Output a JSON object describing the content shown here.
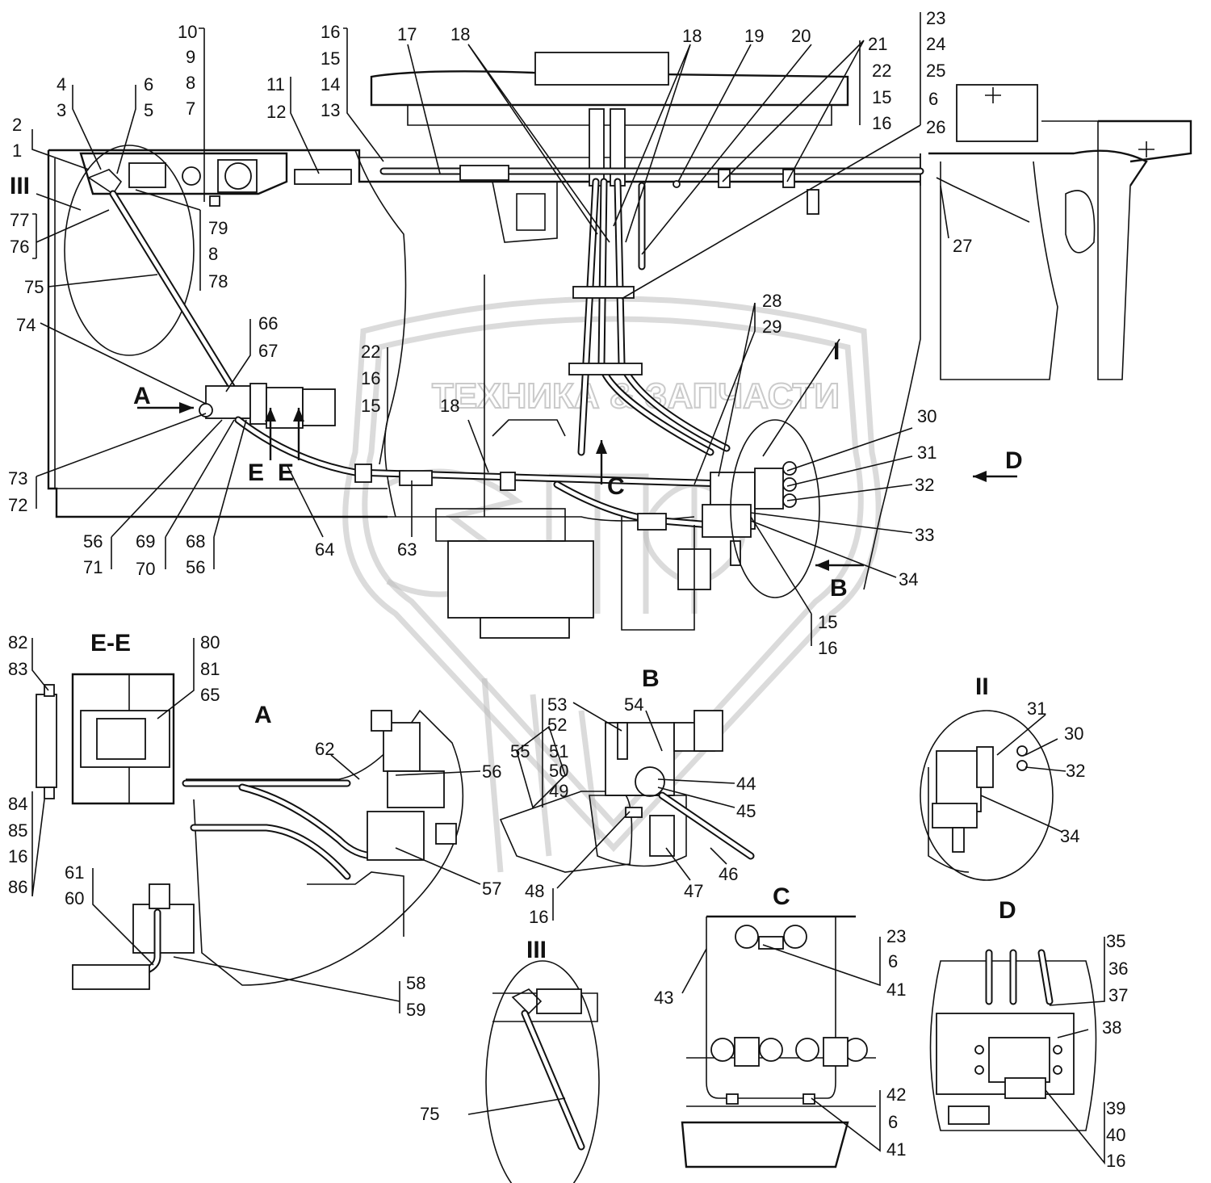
{
  "watermark": {
    "text": "ТЕХНИКА & ЗАПЧАСТИ",
    "logo_letters": "ЭТФ"
  },
  "views": {
    "ee": "E-E",
    "a": "A",
    "b": "B",
    "c": "C",
    "d": "D",
    "ii": "II",
    "iii": "III"
  },
  "arrows": {
    "a": "A",
    "b": "B",
    "c": "C",
    "d": "D",
    "e1": "E",
    "e2": "E",
    "i": "I",
    "iii": "III"
  },
  "callouts": {
    "c10": "10",
    "c9": "9",
    "c8a": "8",
    "c7": "7",
    "c16a": "16",
    "c15a": "15",
    "c14": "14",
    "c13": "13",
    "c17": "17",
    "c18a": "18",
    "c18b": "18",
    "c19": "19",
    "c20": "20",
    "c21": "21",
    "c22a": "22",
    "c15b": "15",
    "c16b": "16",
    "c23a": "23",
    "c24": "24",
    "c25": "25",
    "c6a": "6",
    "c26": "26",
    "c4": "4",
    "c3": "3",
    "c6b": "6",
    "c5": "5",
    "c2": "2",
    "c1": "1",
    "c11": "11",
    "c12": "12",
    "c77": "77",
    "c76": "76",
    "c75a": "75",
    "c74": "74",
    "c79": "79",
    "c8b": "8",
    "c78": "78",
    "c66": "66",
    "c67": "67",
    "c22b": "22",
    "c16c": "16",
    "c15c": "15",
    "c18c": "18",
    "c27": "27",
    "c28": "28",
    "c29": "29",
    "c30a": "30",
    "c31a": "31",
    "c32a": "32",
    "c33": "33",
    "c34a": "34",
    "c73": "73",
    "c72": "72",
    "c56a": "56",
    "c71": "71",
    "c69": "69",
    "c70": "70",
    "c68": "68",
    "c56b": "56",
    "c64": "64",
    "c63": "63",
    "c15d": "15",
    "c16d": "16",
    "c82": "82",
    "c83": "83",
    "c80": "80",
    "c81": "81",
    "c65": "65",
    "c84": "84",
    "c85": "85",
    "c16e": "16",
    "c86": "86",
    "c62": "62",
    "c56c": "56",
    "c57": "57",
    "c61": "61",
    "c60": "60",
    "c58": "58",
    "c59": "59",
    "c53": "53",
    "c52": "52",
    "c54": "54",
    "c55": "55",
    "c51": "51",
    "c50": "50",
    "c49": "49",
    "c44": "44",
    "c45": "45",
    "c48": "48",
    "c16f": "16",
    "c47": "47",
    "c46": "46",
    "c31b": "31",
    "c30b": "30",
    "c32b": "32",
    "c34b": "34",
    "c75b": "75",
    "c23b": "23",
    "c6c": "6",
    "c41a": "41",
    "c43": "43",
    "c42": "42",
    "c6d": "6",
    "c41b": "41",
    "c35": "35",
    "c36": "36",
    "c37": "37",
    "c38": "38",
    "c39": "39",
    "c40": "40",
    "c16g": "16"
  }
}
